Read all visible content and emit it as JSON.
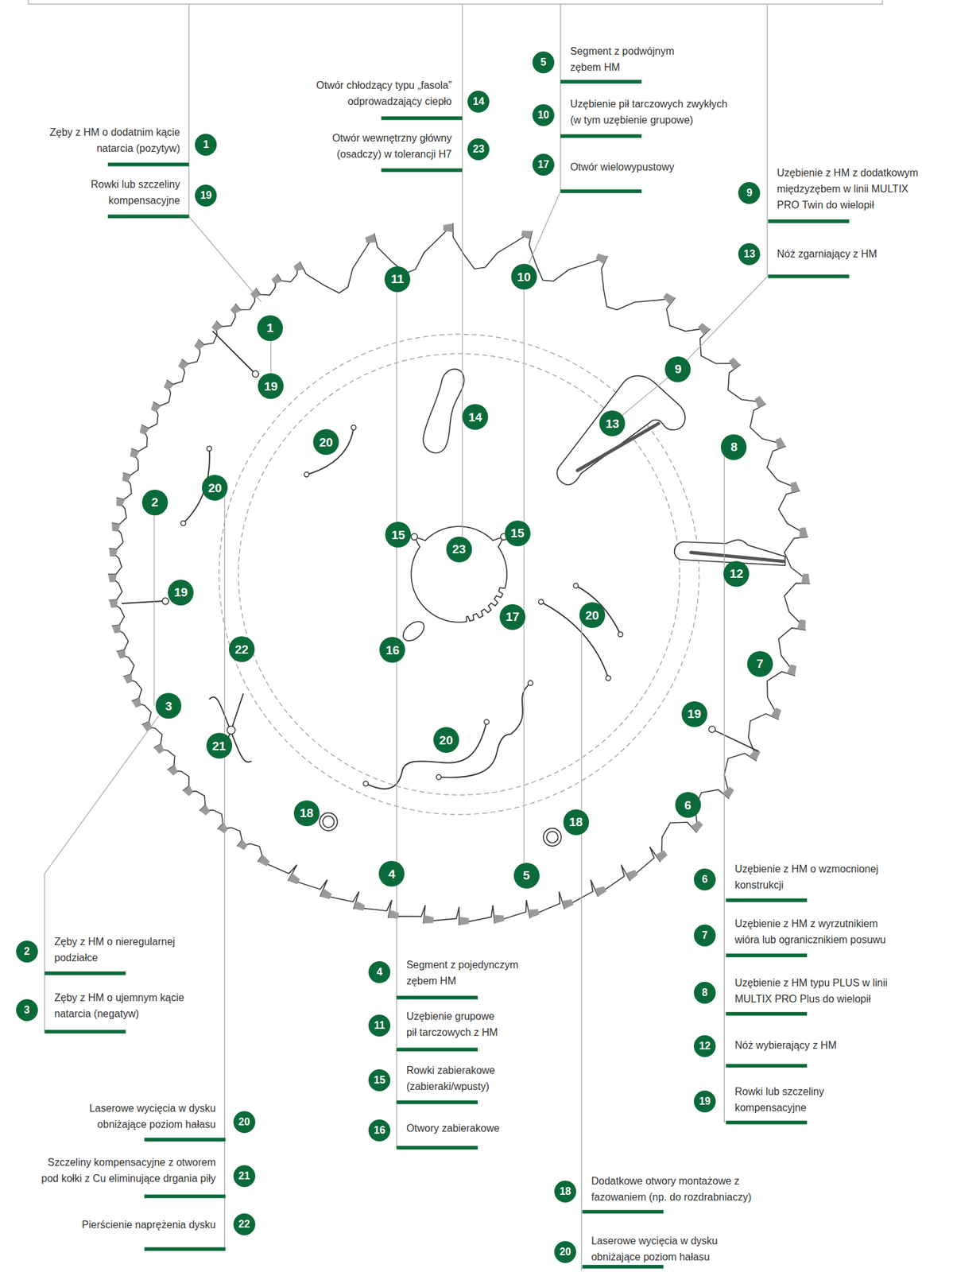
{
  "diagram": {
    "nodes": [
      {
        "text": [
          "5"
        ]
      },
      {
        "text": [
          "14"
        ]
      },
      {
        "text": [
          "10"
        ]
      },
      {
        "text": [
          "1"
        ]
      },
      {
        "text": [
          "23"
        ]
      },
      {
        "text": [
          "17"
        ]
      },
      {
        "text": [
          "9"
        ]
      },
      {
        "text": [
          "19"
        ]
      },
      {
        "text": [
          "13"
        ]
      },
      {
        "text": [
          "10"
        ]
      },
      {
        "text": [
          "11"
        ]
      },
      {
        "text": [
          "1"
        ]
      },
      {
        "text": [
          "9"
        ]
      },
      {
        "text": [
          "19"
        ]
      },
      {
        "text": [
          "14"
        ]
      },
      {
        "text": [
          "13"
        ]
      },
      {
        "text": [
          "20"
        ]
      },
      {
        "text": [
          "8"
        ]
      },
      {
        "text": [
          "20"
        ]
      },
      {
        "text": [
          "2"
        ]
      },
      {
        "text": [
          "15"
        ]
      },
      {
        "text": [
          "15"
        ]
      },
      {
        "text": [
          "23"
        ]
      },
      {
        "text": [
          "12"
        ]
      },
      {
        "text": [
          "19"
        ]
      },
      {
        "text": [
          "20"
        ]
      },
      {
        "text": [
          "17"
        ]
      },
      {
        "text": [
          "22"
        ]
      },
      {
        "text": [
          "16"
        ]
      },
      {
        "text": [
          "7"
        ]
      },
      {
        "text": [
          "3"
        ]
      },
      {
        "text": [
          "19"
        ]
      },
      {
        "text": [
          "20"
        ]
      },
      {
        "text": [
          "21"
        ]
      },
      {
        "text": [
          "6"
        ]
      },
      {
        "text": [
          "18"
        ]
      },
      {
        "text": [
          "18"
        ]
      },
      {
        "text": [
          "4"
        ]
      },
      {
        "text": [
          "5"
        ]
      },
      {
        "text": [
          "6"
        ]
      },
      {
        "text": [
          "7"
        ]
      },
      {
        "text": [
          "2"
        ]
      },
      {
        "text": [
          "4"
        ]
      },
      {
        "text": [
          "8"
        ]
      },
      {
        "text": [
          "3"
        ]
      },
      {
        "text": [
          "11"
        ]
      },
      {
        "text": [
          "12"
        ]
      },
      {
        "text": [
          "15"
        ]
      },
      {
        "text": [
          "19"
        ]
      },
      {
        "text": [
          "20"
        ]
      },
      {
        "text": [
          "16"
        ]
      },
      {
        "text": [
          "21"
        ]
      },
      {
        "text": [
          "18"
        ]
      },
      {
        "text": [
          "22"
        ]
      },
      {
        "text": [
          "20"
        ]
      }
    ],
    "labels": [
      "Segment z podwójnym zębem HM",
      "Otwór chłodzący typu „fasola” odprowadzający ciepło",
      "Uzębienie pił tarczowych zwykłych (w tym uzębienie grupowe)",
      "Zęby z HM o dodatnim kącie natarcia (pozytyw)",
      "Otwór wewnętrzny główny (osadczy) w tolerancji H7",
      "Otwór wielowypustowy",
      "Uzębienie z HM z dodatkowym międzyzębem w linii MULTIX PRO Twin do wielopił",
      "Rowki lub szczeliny kompensacyjne",
      "Nóż zgarniający z HM",
      "Uzębienie z HM o wzmocnionej konstrukcji",
      "Uzębienie z HM z wyrzutnikiem wióra lub ogranicznikiem posuwu",
      "Zęby z HM o nieregularnej podziałce",
      "Segment z pojedynczym zębem HM",
      "Uzębienie z HM typu PLUS w linii MULTIX PRO Plus do wielopił",
      "Zęby z HM o ujemnym kącie natarcia (negatyw)",
      "Uzębienie grupowe pił tarczowych z HM",
      "Nóż wybierający z HM",
      "Rowki zabierakowe (zabieraki/wpusty)",
      "Rowki lub szczeliny kompensacyjne",
      "Laserowe wycięcia w dysku obniżające poziom hałasu",
      "Otwory zabierakowe",
      "Szczeliny kompensacyjne z otworem pod kołki z Cu eliminujące drgania piły",
      "Dodatkowe otwory montażowe z fazowaniem (np. do rozdrabniaczy)",
      "Pierścienie naprężenia dysku",
      "Laserowe wycięcia w dysku obniżające poziom hałasu"
    ]
  }
}
